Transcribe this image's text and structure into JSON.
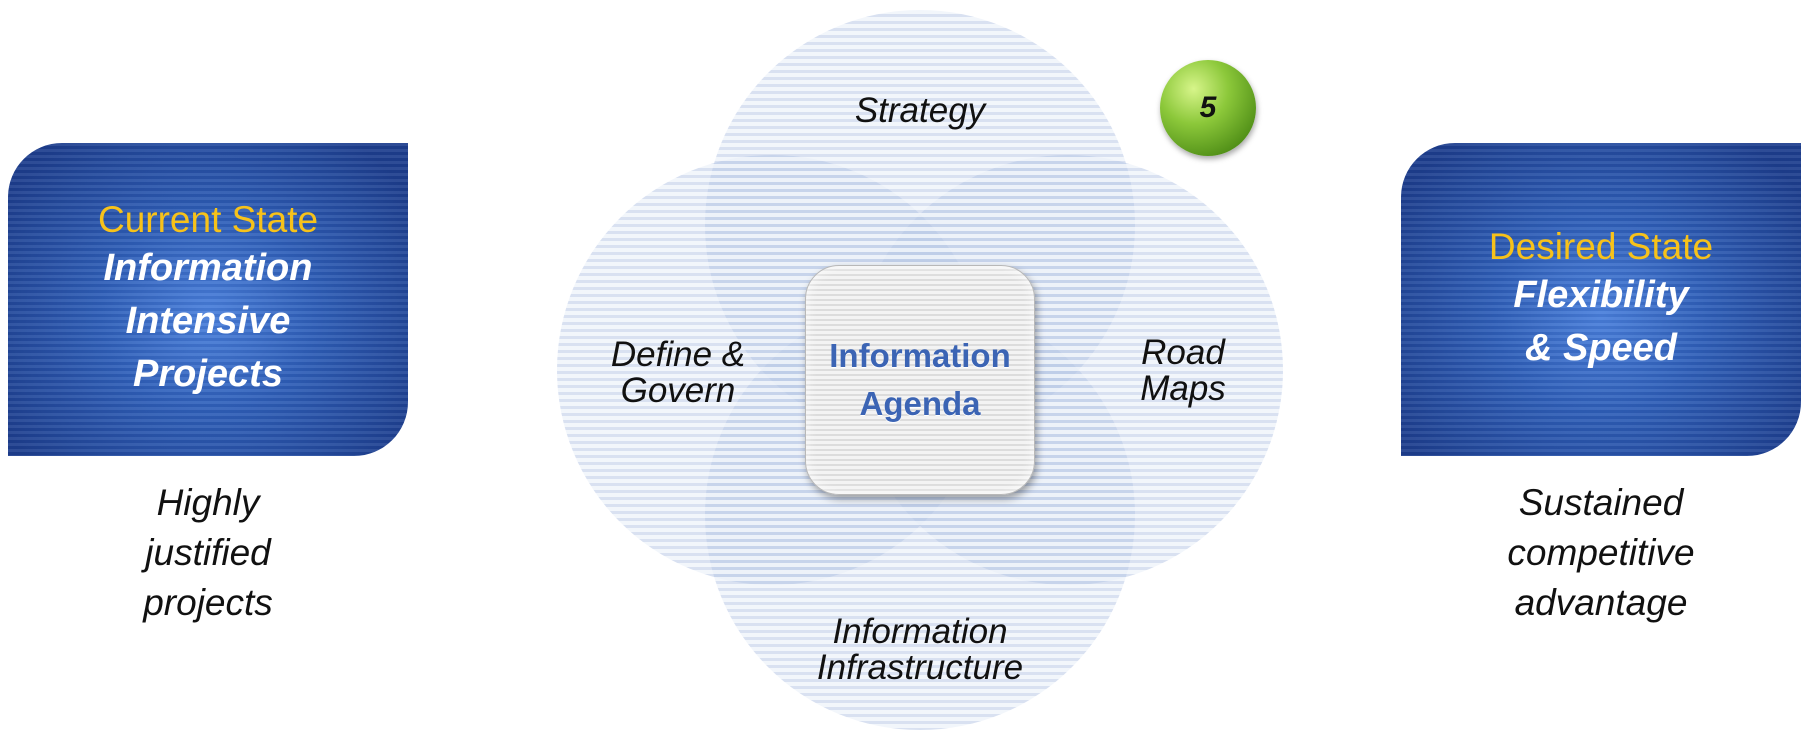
{
  "left_panel": {
    "title": "Current State",
    "subtitle": "Information\nIntensive\nProjects",
    "caption": "Highly\njustified\nprojects"
  },
  "right_panel": {
    "title": "Desired State",
    "subtitle": "Flexibility\n& Speed",
    "caption": "Sustained\ncompetitive\nadvantage"
  },
  "diagram": {
    "top_label": "Strategy",
    "left_label": "Define &\nGovern",
    "right_label": "Road\nMaps",
    "bottom_label": "Information\nInfrastructure",
    "center_label": "Information\nAgenda",
    "badge": "5"
  },
  "colors": {
    "panel_blue": "#2f5fb8",
    "title_gold": "#f7c21a",
    "circle_stripe": "#b9c9e6",
    "center_text": "#3b64b4",
    "badge_green": "#8cc83a"
  }
}
